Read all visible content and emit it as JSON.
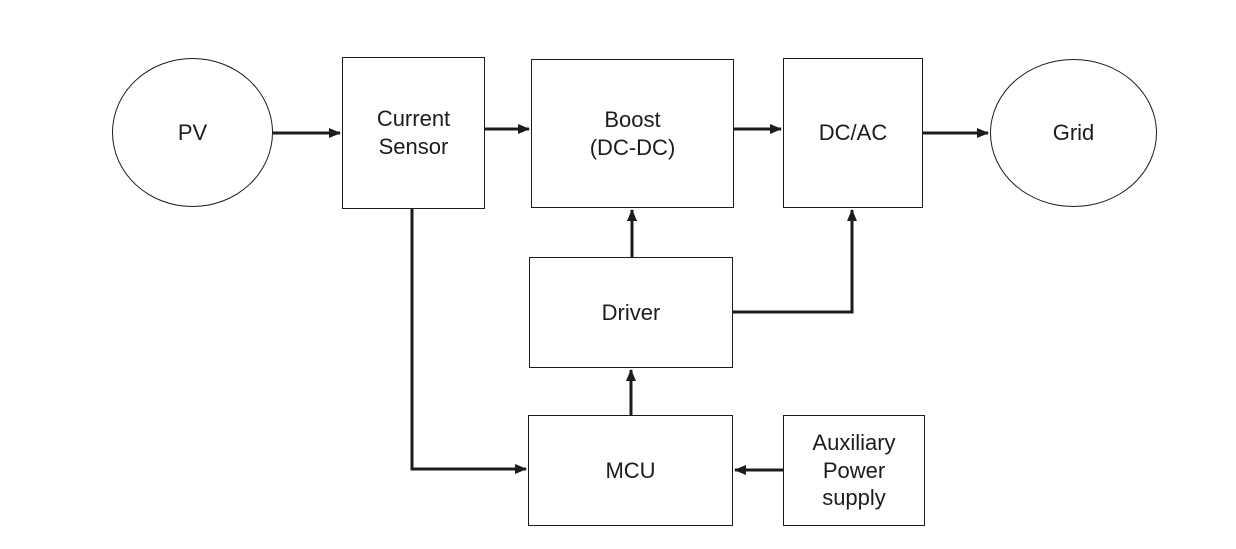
{
  "diagram": {
    "type": "block-diagram",
    "description_nodes_note": "PV grid-tied inverter system block diagram",
    "nodes": {
      "pv": {
        "label": "PV",
        "shape": "ellipse"
      },
      "current_sensor": {
        "label": "Current\nSensor",
        "shape": "rect"
      },
      "boost": {
        "label": "Boost\n(DC-DC)",
        "shape": "rect"
      },
      "dc_ac": {
        "label": "DC/AC",
        "shape": "rect"
      },
      "grid": {
        "label": "Grid",
        "shape": "ellipse"
      },
      "driver": {
        "label": "Driver",
        "shape": "rect"
      },
      "mcu": {
        "label": "MCU",
        "shape": "rect"
      },
      "aux_power": {
        "label": "Auxiliary\nPower\nsupply",
        "shape": "rect"
      }
    },
    "edges": [
      {
        "from": "pv",
        "to": "current_sensor",
        "style": "straight-arrow"
      },
      {
        "from": "current_sensor",
        "to": "boost",
        "style": "straight-arrow"
      },
      {
        "from": "boost",
        "to": "dc_ac",
        "style": "straight-arrow"
      },
      {
        "from": "dc_ac",
        "to": "grid",
        "style": "straight-arrow"
      },
      {
        "from": "driver",
        "to": "boost",
        "style": "straight-arrow"
      },
      {
        "from": "driver",
        "to": "dc_ac",
        "style": "elbow-arrow"
      },
      {
        "from": "mcu",
        "to": "driver",
        "style": "straight-arrow"
      },
      {
        "from": "current_sensor",
        "to": "mcu",
        "style": "elbow-arrow"
      },
      {
        "from": "aux_power",
        "to": "mcu",
        "style": "straight-arrow"
      }
    ],
    "colors": {
      "background": "#ffffff",
      "stroke": "#1c1c1c",
      "text": "#1c1c1c"
    }
  }
}
